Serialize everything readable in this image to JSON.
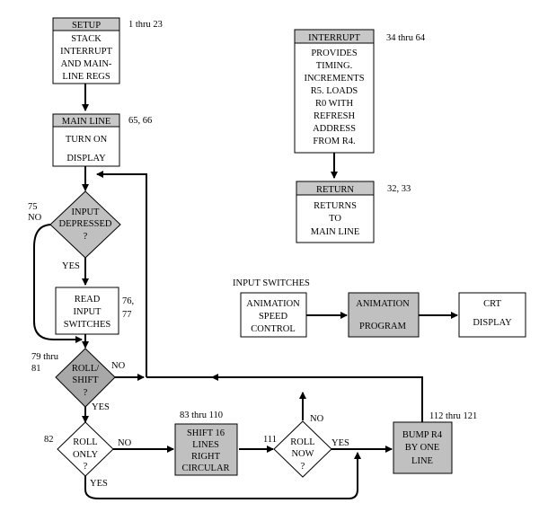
{
  "setup": {
    "title": "SETUP",
    "lines": [
      "STACK",
      "INTERRUPT",
      "AND MAIN-",
      "LINE REGS"
    ],
    "ref": "1 thru 23"
  },
  "main_line": {
    "title": "MAIN LINE",
    "lines": [
      "TURN ON",
      "DISPLAY"
    ],
    "ref": "65, 66"
  },
  "interrupt": {
    "title": "INTERRUPT",
    "lines": [
      "PROVIDES",
      "TIMING.",
      "INCREMENTS",
      "R5.  LOADS",
      "R0 WITH",
      "REFRESH",
      "ADDRESS",
      "FROM R4."
    ],
    "ref": "34 thru 64"
  },
  "return_box": {
    "title": "RETURN",
    "lines": [
      "RETURNS",
      "TO",
      "MAIN LINE"
    ],
    "ref": "32, 33"
  },
  "input_depressed": {
    "lines": [
      "INPUT",
      "DEPRESSED",
      "?"
    ],
    "ref_lines": [
      "75",
      "NO"
    ],
    "yes_label": "YES"
  },
  "read_input": {
    "lines": [
      "READ",
      "INPUT",
      "SWITCHES"
    ],
    "ref_lines": [
      "76,",
      "77"
    ]
  },
  "roll_shift": {
    "lines": [
      "ROLL/",
      "SHIFT",
      "?"
    ],
    "ref_lines": [
      "79 thru",
      "81"
    ],
    "no_label": "NO",
    "yes_label": "YES"
  },
  "roll_only": {
    "lines": [
      "ROLL",
      "ONLY",
      "?"
    ],
    "ref": "82",
    "no_label": "NO",
    "yes_label": "YES"
  },
  "shift_16": {
    "lines": [
      "SHIFT 16",
      "LINES",
      "RIGHT",
      "CIRCULAR"
    ],
    "ref": "83 thru 110"
  },
  "roll_now": {
    "lines": [
      "ROLL",
      "NOW",
      "?"
    ],
    "ref": "111",
    "no_label": "NO",
    "yes_label": "YES"
  },
  "bump_r4": {
    "lines": [
      "BUMP R4",
      "BY ONE",
      "LINE"
    ],
    "ref": "112 thru 121"
  },
  "input_switches": {
    "heading": "INPUT SWITCHES",
    "lines": [
      "ANIMATION",
      "SPEED",
      "CONTROL"
    ]
  },
  "animation_program": {
    "lines": [
      "ANIMATION",
      "PROGRAM"
    ]
  },
  "crt_display": {
    "lines": [
      "CRT",
      "DISPLAY"
    ]
  }
}
